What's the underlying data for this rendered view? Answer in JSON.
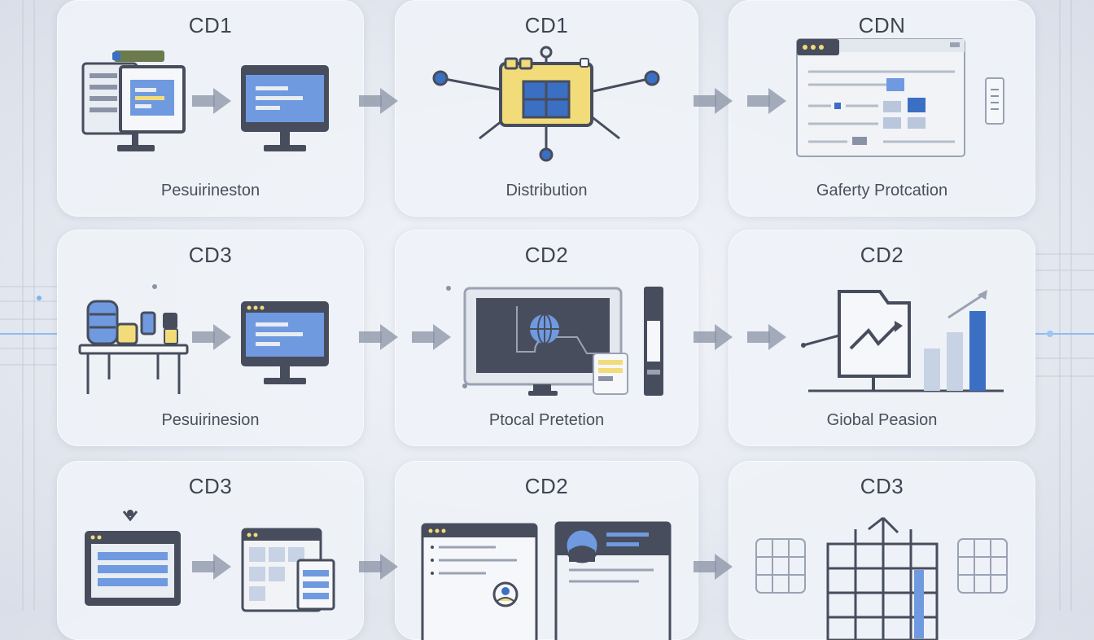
{
  "colors": {
    "card": "#eff2f7",
    "screen_blue": "#6f9ae0",
    "frame_dark": "#474d5c",
    "accent_yellow": "#f2dc7a",
    "arrow_gray": "#8a93a6",
    "node_blue": "#3b6fc4"
  },
  "cards": [
    {
      "title": "CD1",
      "label": "Pesuirineston"
    },
    {
      "title": "CD1",
      "label": "Distribution"
    },
    {
      "title": "CDN",
      "label": "Gaferty Protcation"
    },
    {
      "title": "CD3",
      "label": "Pesuirinesion"
    },
    {
      "title": "CD2",
      "label": "Ptocal Pretetion"
    },
    {
      "title": "CD2",
      "label": "Giobal Peasion"
    },
    {
      "title": "CD3",
      "label": ""
    },
    {
      "title": "CD2",
      "label": ""
    },
    {
      "title": "CD3",
      "label": ""
    }
  ],
  "icons": {
    "arrow": "right-arrow-icon",
    "monitor": "monitor-icon",
    "network": "network-hub-icon",
    "browser": "browser-window-icon",
    "chart": "bar-chart-icon",
    "globe": "globe-icon",
    "grid": "grid-icon"
  }
}
